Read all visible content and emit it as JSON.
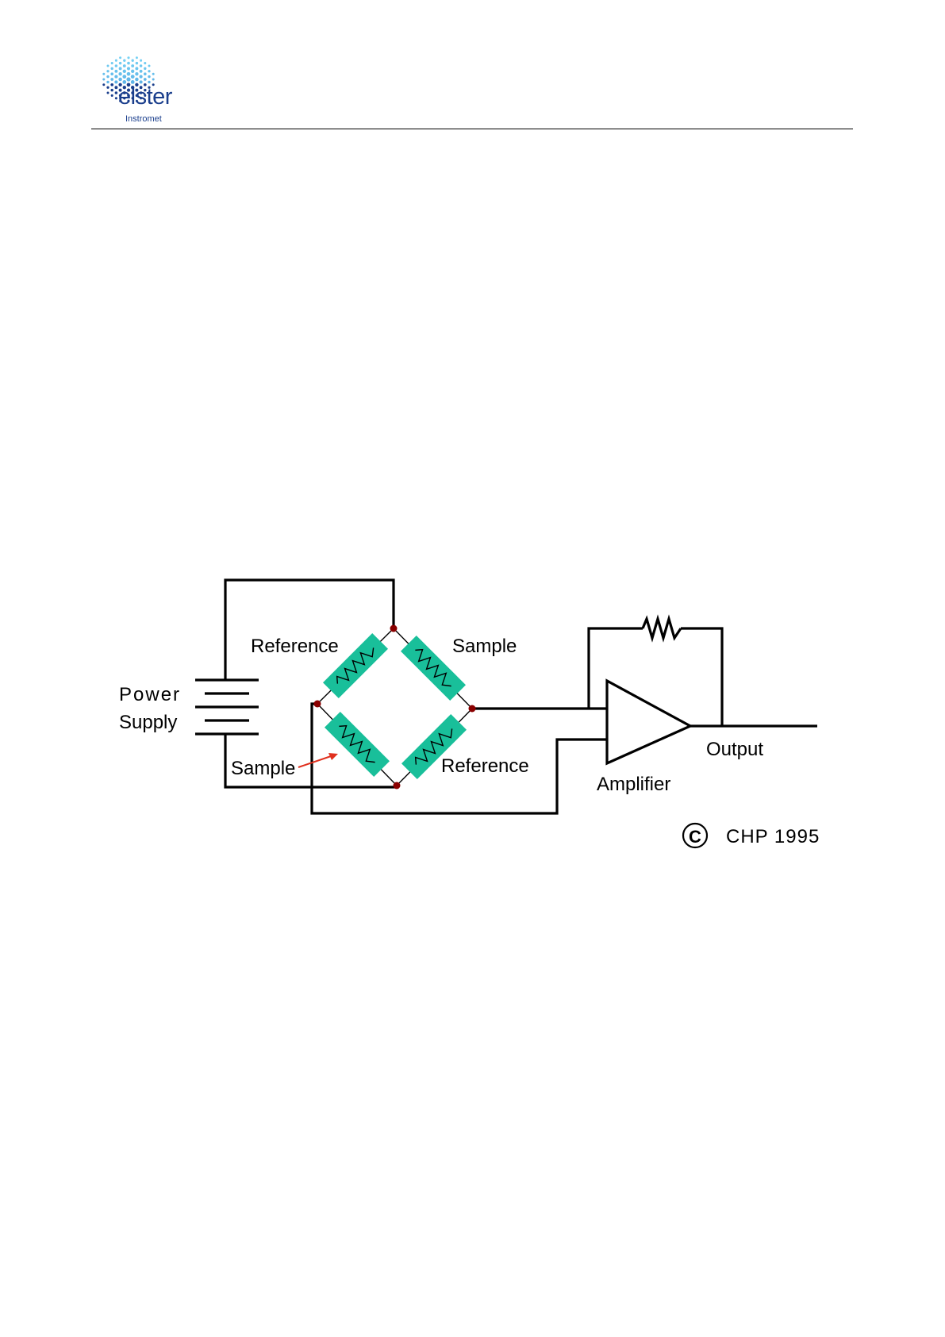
{
  "header": {
    "logo_word": "elster",
    "logo_sub": "Instromet"
  },
  "diagram": {
    "labels": {
      "power_supply_line1": "Power",
      "power_supply_line2": "Supply",
      "reference_top": "Reference",
      "sample_top": "Sample",
      "sample_bottom": "Sample",
      "reference_bottom": "Reference",
      "amplifier": "Amplifier",
      "output": "Output",
      "copyright": "CHP 1995",
      "copyright_symbol": "C"
    },
    "colors": {
      "resistor_pad": "#19bf9a",
      "junction_node": "#8a0000",
      "arrow": "#e0301e",
      "logo_blue": "#1a3e8c"
    }
  }
}
